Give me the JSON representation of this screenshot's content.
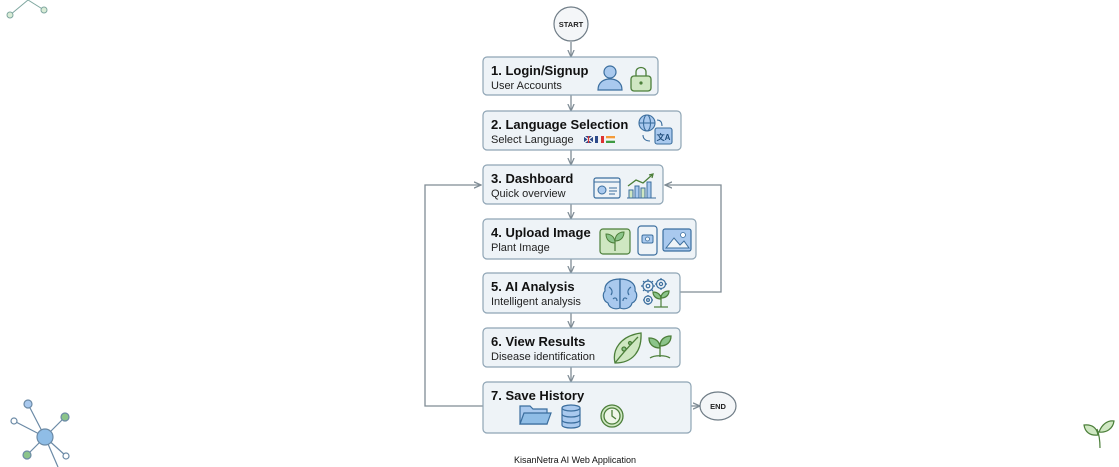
{
  "diagram": {
    "start_label": "START",
    "end_label": "END",
    "footer": "KisanNetra AI Web Application",
    "colors": {
      "box_fill": "#eef3f7",
      "box_stroke": "#8fa5b5",
      "line": "#7f8c95",
      "icon_blue": "#a9c9ee",
      "icon_blue_stroke": "#3b6e9e",
      "icon_green": "#cfe7c2",
      "icon_green_stroke": "#4c7f3a",
      "node_blue": "#8fbde6",
      "node_green": "#8bc48a"
    },
    "steps": [
      {
        "title": "1. Login/Signup",
        "subtitle": "User Accounts",
        "icons": [
          "user-icon",
          "lock-icon"
        ]
      },
      {
        "title": "2. Language Selection",
        "subtitle": "Select Language",
        "icons": [
          "globe-icon",
          "translate-icon",
          "flags-icon"
        ]
      },
      {
        "title": "3. Dashboard",
        "subtitle": "Quick overview",
        "icons": [
          "dashboard-icon",
          "bar-chart-icon"
        ]
      },
      {
        "title": "4. Upload Image",
        "subtitle": "Plant Image",
        "icons": [
          "plant-icon",
          "phone-camera-icon",
          "image-icon"
        ]
      },
      {
        "title": "5. AI Analysis",
        "subtitle": "Intelligent analysis",
        "icons": [
          "brain-icon",
          "gears-icon",
          "sprout-icon"
        ]
      },
      {
        "title": "6. View Results",
        "subtitle": "Disease identification",
        "icons": [
          "leaf-icon",
          "seedling-icon"
        ]
      },
      {
        "title": "7. Save History",
        "subtitle": "",
        "icons": [
          "folder-icon",
          "database-icon",
          "clock-icon"
        ]
      }
    ],
    "decorations": [
      "network-icon",
      "sprout-corner-icon"
    ]
  }
}
